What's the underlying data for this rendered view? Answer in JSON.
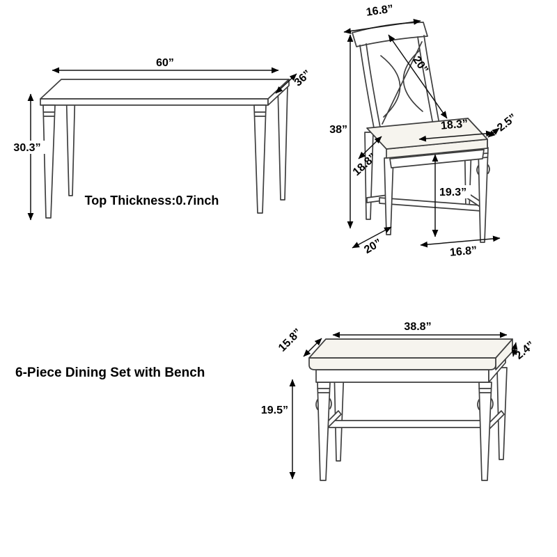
{
  "title": "6-Piece Dining Set with Bench",
  "table": {
    "length": "60”",
    "depth": "36”",
    "height": "30.3”",
    "top_thickness_note": "Top Thickness:0.7inch"
  },
  "chair": {
    "back_width": "16.8”",
    "back_diagonal": "20”",
    "overall_height": "38”",
    "seat_width": "18.3”",
    "seat_thickness": "2.5”",
    "seat_depth": "18.8”",
    "seat_height": "19.3”",
    "base_depth": "20”",
    "base_width": "16.8”"
  },
  "bench": {
    "depth": "15.8”",
    "width": "38.8”",
    "cushion_thickness": "2.4”",
    "height": "19.5”"
  }
}
